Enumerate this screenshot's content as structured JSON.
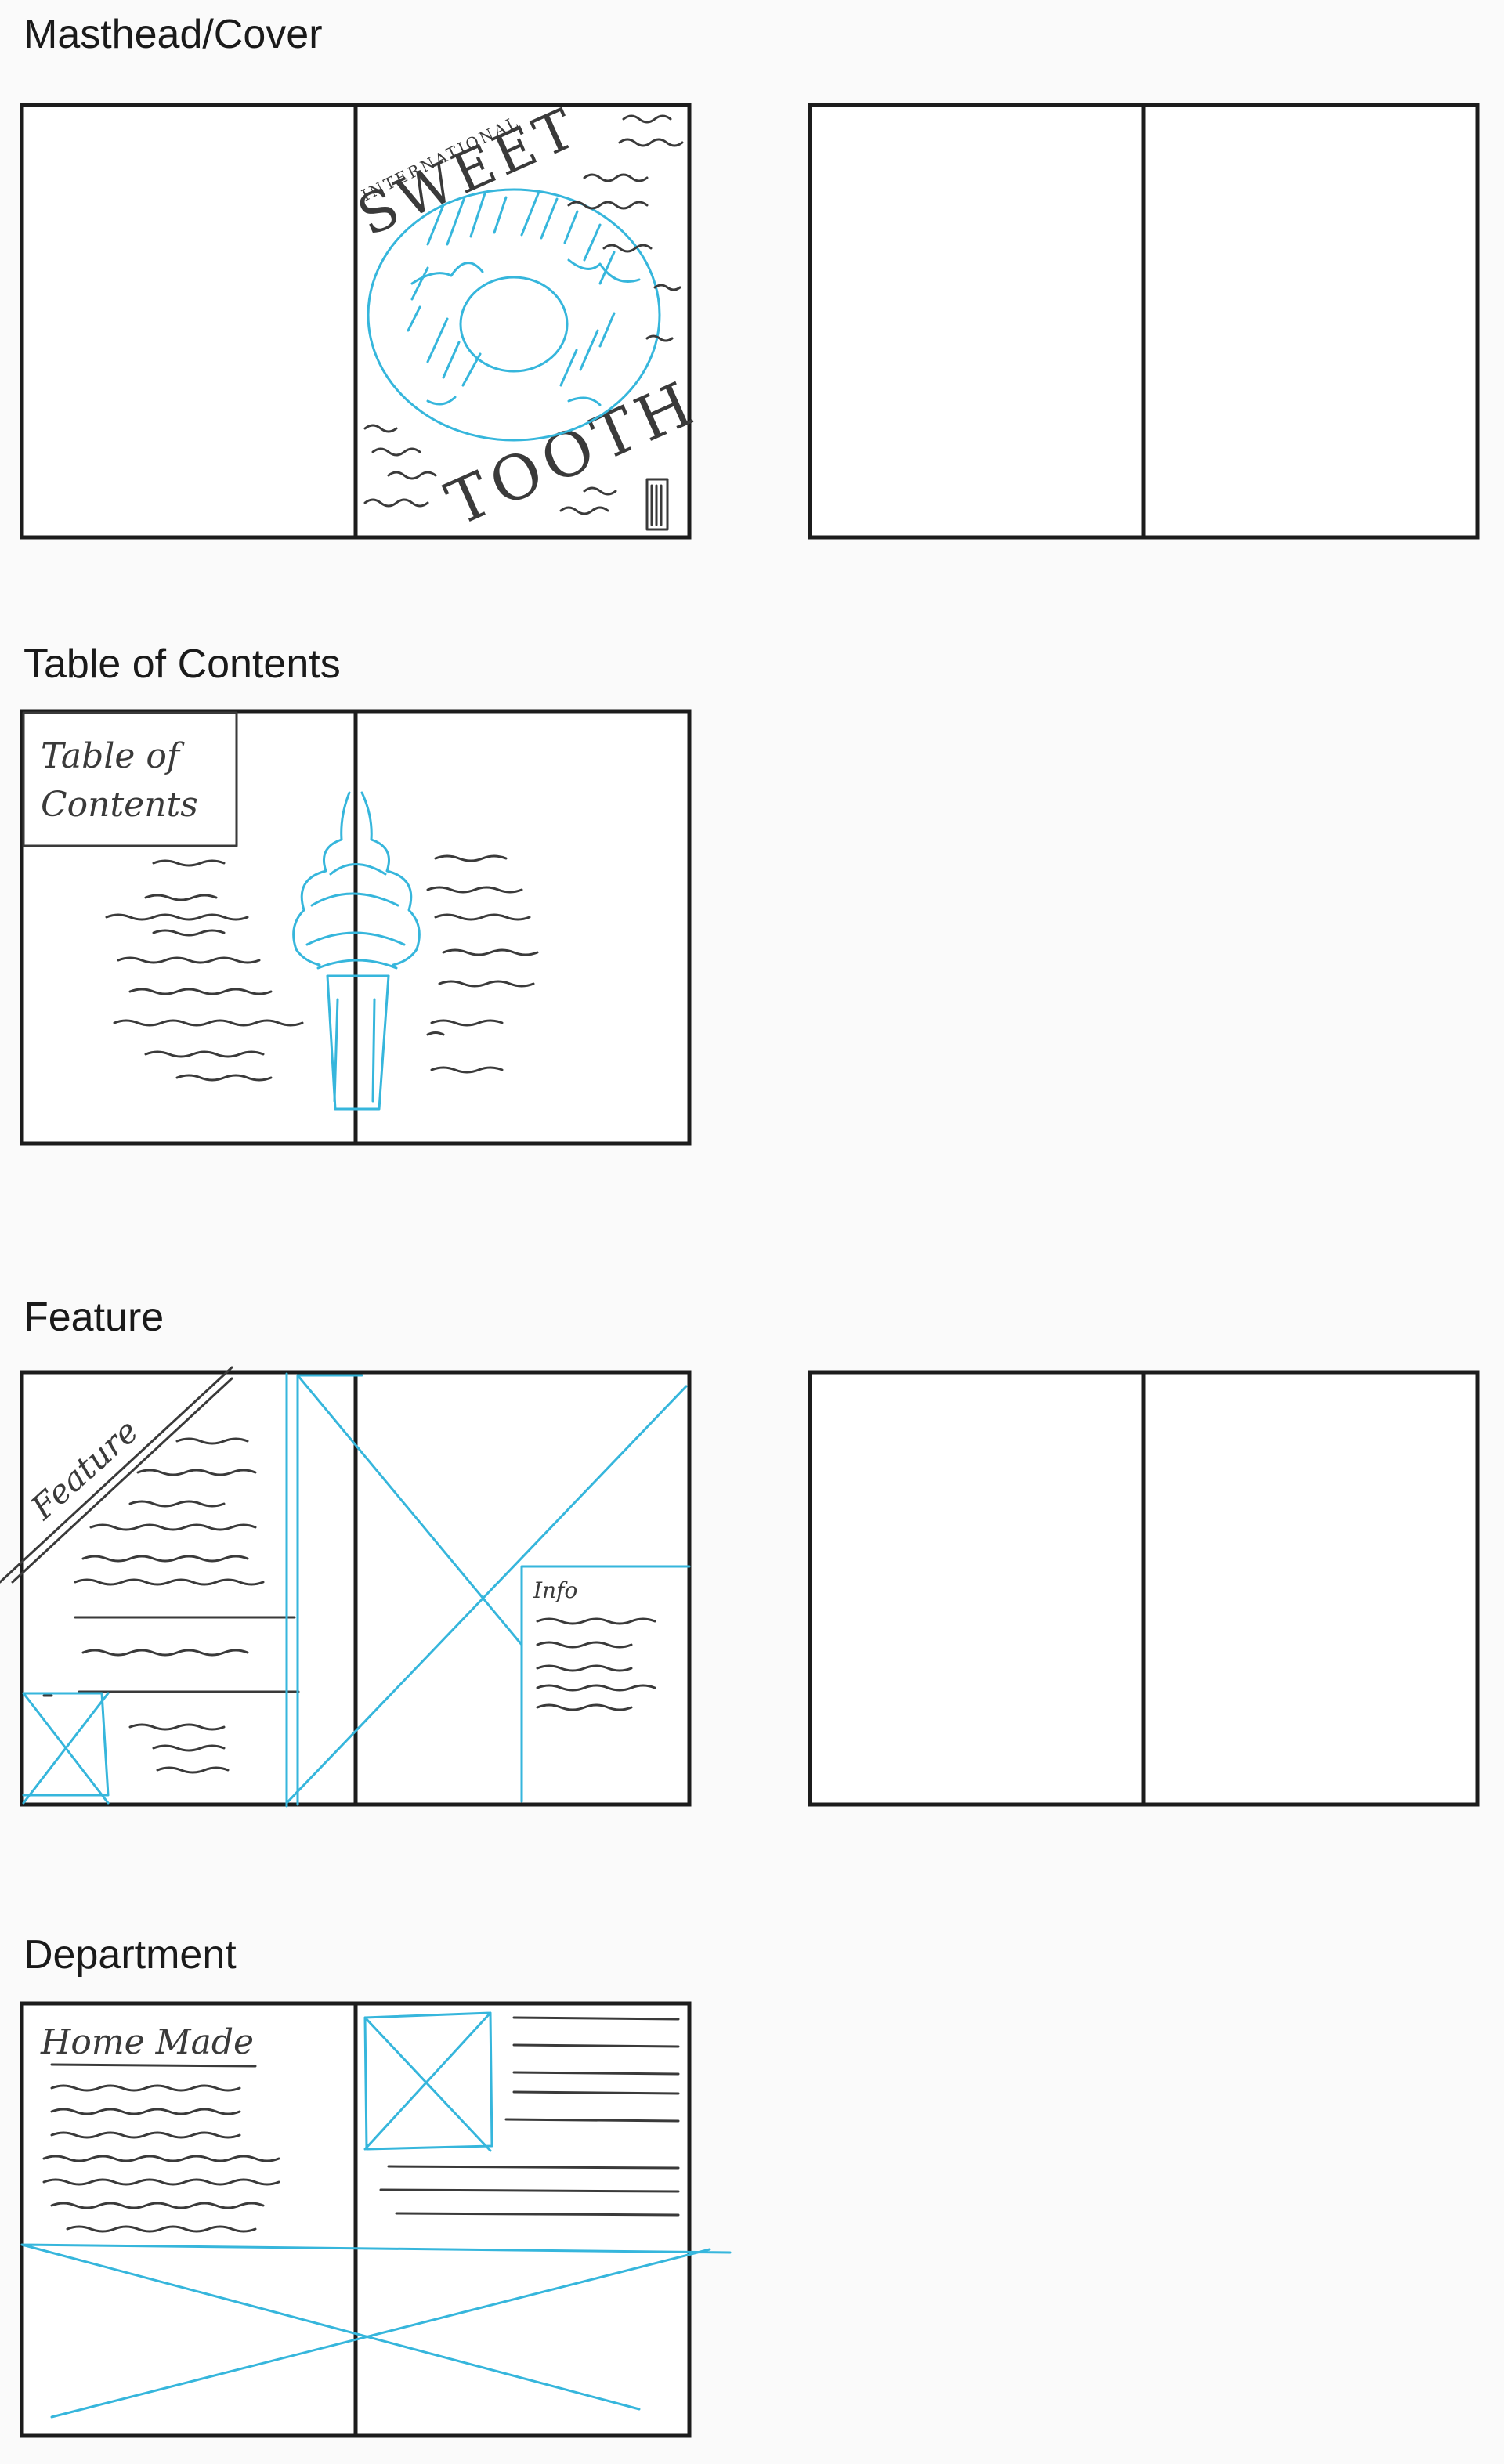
{
  "sections": {
    "masthead": {
      "title": "Masthead/Cover",
      "cover_text": {
        "top": "INTERNATIONAL",
        "middle": "SWEET",
        "bottom": "TOOTH"
      }
    },
    "toc": {
      "title": "Table of Contents",
      "box_line1": "Table of",
      "box_line2": "Contents"
    },
    "feature": {
      "title": "Feature",
      "banner": "Feature",
      "info_label": "Info"
    },
    "department": {
      "title": "Department",
      "heading": "Home Made"
    }
  },
  "colors": {
    "sketch_blue": "#36b6dc",
    "ink": "#3a3a3a",
    "frame": "#1c1c1c",
    "background": "#fafafa"
  }
}
